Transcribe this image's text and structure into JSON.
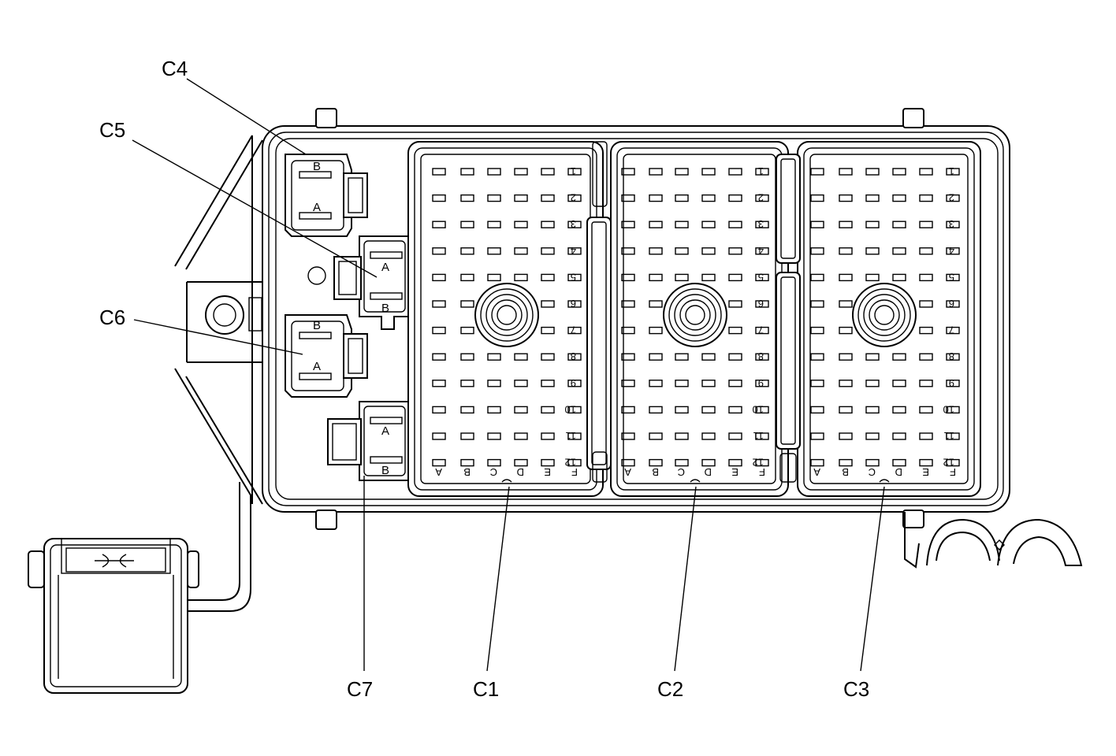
{
  "callouts": {
    "c1": "C1",
    "c2": "C2",
    "c3": "C3",
    "c4": "C4",
    "c5": "C5",
    "c6": "C6",
    "c7": "C7"
  },
  "pin_numbers": [
    "1",
    "2",
    "3",
    "4",
    "5",
    "6",
    "7",
    "8",
    "9",
    "10",
    "11",
    "12"
  ],
  "column_letters": [
    "A",
    "B",
    "C",
    "D",
    "E",
    "F"
  ],
  "small_connectors": {
    "c4": {
      "top": "B",
      "bottom": "A"
    },
    "c5": {
      "top": "A",
      "bottom": "B"
    },
    "c6": {
      "top": "B",
      "bottom": "A"
    },
    "c7": {
      "top": "A",
      "bottom": "B"
    }
  }
}
